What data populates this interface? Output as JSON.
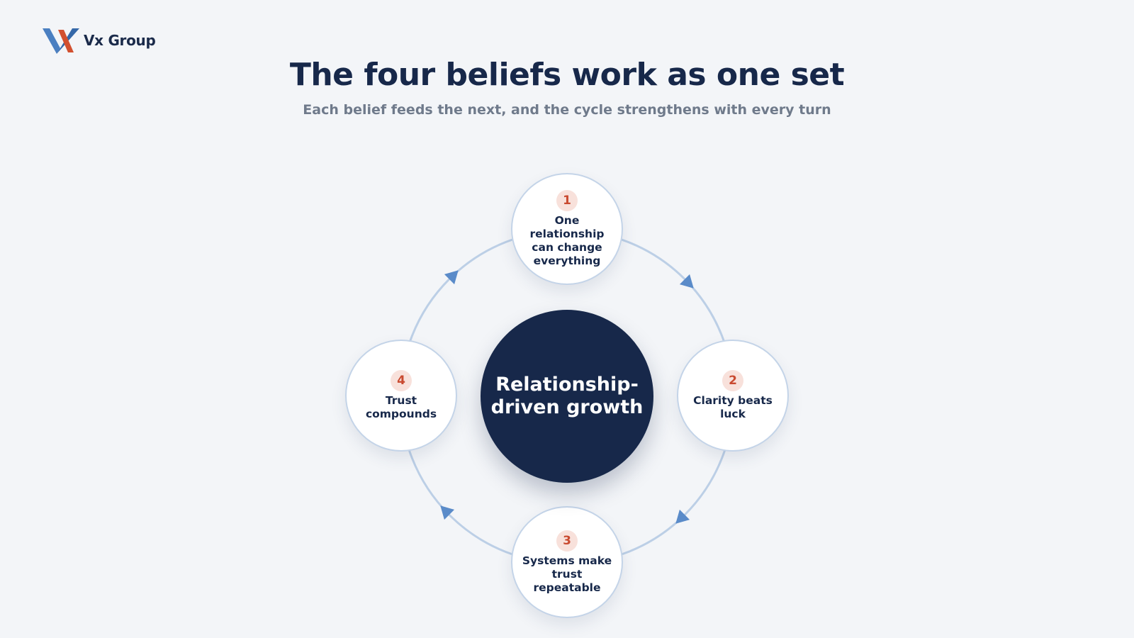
{
  "brand": {
    "name": "Vx Group",
    "colors": {
      "primary": "#4a7fc1",
      "accent": "#d2502f",
      "navy": "#17284a"
    }
  },
  "header": {
    "title": "The four beliefs work as one set",
    "subtitle": "Each belief feeds the next, and the cycle strengthens with every turn"
  },
  "cycle": {
    "center": "Relationship-driven growth",
    "nodes": [
      {
        "number": "1",
        "label": "One relationship can change everything"
      },
      {
        "number": "2",
        "label": "Clarity beats luck"
      },
      {
        "number": "3",
        "label": "Systems make trust repeatable"
      },
      {
        "number": "4",
        "label": "Trust compounds"
      }
    ]
  }
}
